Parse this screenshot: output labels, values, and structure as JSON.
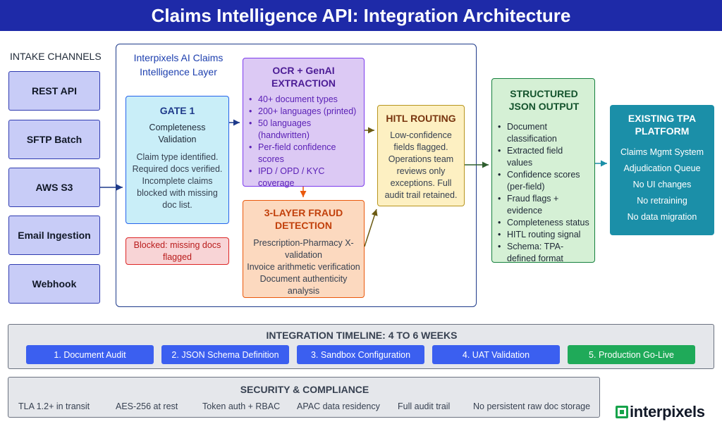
{
  "header": {
    "title": "Claims Intelligence API: Integration Architecture"
  },
  "intake": {
    "title": "INTAKE CHANNELS",
    "items": [
      "REST API",
      "SFTP Batch",
      "AWS S3",
      "Email Ingestion",
      "Webhook"
    ]
  },
  "layer": {
    "title": "Interpixels AI Claims Intelligence Layer"
  },
  "gate": {
    "title": "GATE 1",
    "subtitle": "Completeness Validation",
    "description": "Claim type identified. Required docs verified. Incomplete claims blocked with missing doc list."
  },
  "blocked": {
    "label": "Blocked: missing docs flagged"
  },
  "ocr": {
    "title": "OCR + GenAI EXTRACTION",
    "items": [
      "40+ document types",
      "200+ languages (printed)",
      "50 languages (handwritten)",
      "Per-field confidence scores",
      "IPD / OPD / KYC coverage"
    ]
  },
  "fraud": {
    "title": "3-LAYER FRAUD DETECTION",
    "items": [
      "Prescription-Pharmacy X-validation",
      "Invoice arithmetic verification",
      "Document authenticity analysis"
    ]
  },
  "hitl": {
    "title": "HITL ROUTING",
    "description": "Low-confidence fields flagged. Operations team reviews only exceptions. Full audit trail retained."
  },
  "json_output": {
    "title": "STRUCTURED JSON OUTPUT",
    "items": [
      "Document classification",
      "Extracted field values",
      "Confidence scores (per-field)",
      "Fraud flags + evidence",
      "Completeness status",
      "HITL routing signal",
      "Schema: TPA-defined format"
    ]
  },
  "tpa": {
    "title": "EXISTING TPA PLATFORM",
    "items": [
      "Claims Mgmt System",
      "Adjudication Queue",
      "No UI changes",
      "No retraining",
      "No data migration"
    ]
  },
  "timeline": {
    "title": "INTEGRATION TIMELINE: 4 TO 6 WEEKS",
    "steps": [
      "1. Document Audit",
      "2. JSON Schema Definition",
      "3. Sandbox Configuration",
      "4. UAT Validation",
      "5. Production Go-Live"
    ]
  },
  "security": {
    "title": "SECURITY & COMPLIANCE",
    "items": [
      "TLA 1.2+ in transit",
      "AES-256 at rest",
      "Token auth + RBAC",
      "APAC data residency",
      "Full audit trail",
      "No persistent raw doc storage"
    ]
  },
  "logo": {
    "text": "interpixels"
  },
  "colors": {
    "header": "#1e2aa8",
    "step_blue": "#3b5ff0",
    "step_green": "#1faa59",
    "tpa": "#1b8fa8"
  }
}
